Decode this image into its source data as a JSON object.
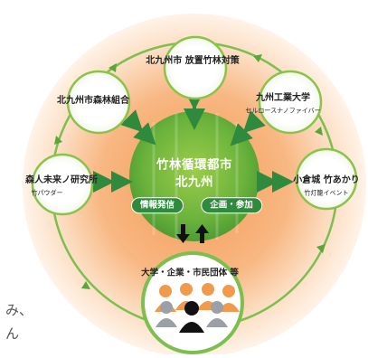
{
  "center": {
    "title_line1": "竹林循環都市",
    "title_line2": "北九州",
    "pill_left": "情報発信",
    "pill_right": "企画・参加"
  },
  "partners": {
    "top": "北九州市 放置竹林対策",
    "upper_left": "北九州市森林組合",
    "upper_right": {
      "name": "九州工業大学",
      "sub": "セルロースナノファイバー"
    },
    "left": {
      "name": "森人未来ノ研究所",
      "sub": "竹パウダー"
    },
    "right": {
      "name": "小倉城 竹あかり",
      "sub": "竹灯籠イベント"
    },
    "bottom": "大学・企業・市民団体 等"
  },
  "edge_text": {
    "line1": "み、",
    "line2": "ん"
  },
  "colors": {
    "green_dark": "#2f8a3e",
    "green_mid": "#5bb04a",
    "green_light": "#8bc34a",
    "orange_glow": "#f6a869",
    "arrow_black": "#111111"
  },
  "icons": [
    "double-arrow-icon",
    "ring-arrow-icon",
    "people-group-icon"
  ]
}
